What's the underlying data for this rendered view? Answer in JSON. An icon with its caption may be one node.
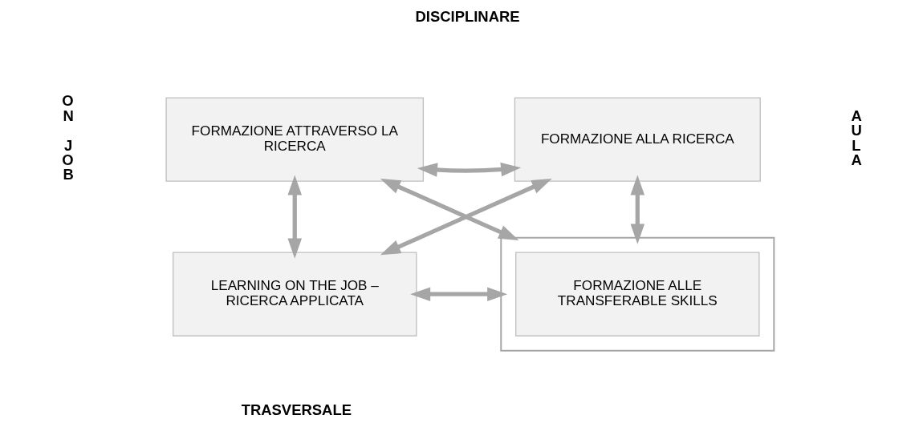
{
  "diagram": {
    "nodes": [
      {
        "text": [
          "FORMAZIONE ATTRAVERSO LA RICERCA"
        ]
      },
      {
        "text": [
          "FORMAZIONE ALLA RICERCA"
        ]
      },
      {
        "text": [
          "LEARNING ON THE JOB – RICERCA APPLICATA"
        ]
      },
      {
        "text": [],
        "shape": "box"
      },
      {
        "text": [
          "FORMAZIONE ALLE TRANSFERABLE SKILLS"
        ],
        "in": 3
      }
    ],
    "edges": [
      {
        "from": 0,
        "to": 1,
        "arrow": "both"
      },
      {
        "from": 0,
        "to": 2,
        "arrow": "both"
      },
      {
        "from": 1,
        "to": 3,
        "arrow": "both"
      },
      {
        "from": 2,
        "to": 3,
        "arrow": "both"
      },
      {
        "from": 0,
        "to": 3,
        "arrow": "both"
      },
      {
        "from": 1,
        "to": 2,
        "arrow": "both"
      }
    ],
    "labels": [
      "DISCIPLINARE",
      "ON JOB",
      "AULA",
      "TRASVERSALE"
    ]
  }
}
